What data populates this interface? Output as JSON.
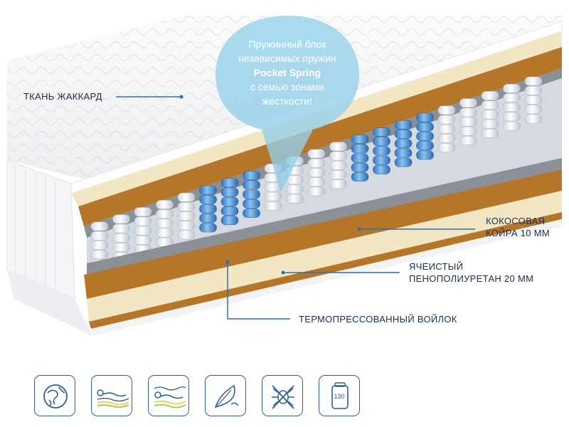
{
  "bubble": {
    "line1": "Пружинный блок",
    "line2": "независимых пружин",
    "line3": "Pocket Spring",
    "line4": "с семью зонами",
    "line5": "жесткости!"
  },
  "labels": {
    "fabric": "ТКАНЬ ЖАККАРД",
    "coir_line1": "КОКОСОВАЯ",
    "coir_line2": "КОЙРА 10 ММ",
    "foam_line1": "ЯЧЕИСТЫЙ",
    "foam_line2": "ПЕНОПОЛИУРЕТАН 20 ММ",
    "felt": "ТЕРМОПРЕССОВАННЫЙ ВОЙЛОК"
  },
  "icons": [
    {
      "name": "globe-icon"
    },
    {
      "name": "person-lying-icon"
    },
    {
      "name": "person-lying-waves-icon"
    },
    {
      "name": "leaf-icon"
    },
    {
      "name": "no-mites-icon"
    },
    {
      "name": "max-load-icon",
      "value": "130"
    }
  ],
  "colors": {
    "accent_blue": "#2f6db5",
    "label_text": "#1c2d4a",
    "coir": "#b5762a",
    "foam": "#f3e6c2",
    "bubble": "#8fcbe6"
  }
}
